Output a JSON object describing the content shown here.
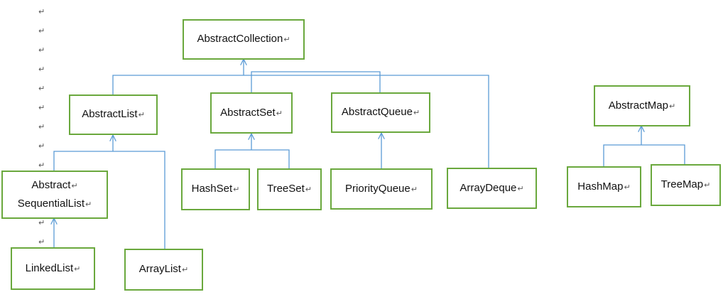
{
  "paragraph_mark": "↵",
  "line_color": "#5b9bd5",
  "box_border_color": "#6aa83d",
  "nodes": {
    "abstract_collection": "AbstractCollection",
    "abstract_list": "AbstractList",
    "abstract_set": "AbstractSet",
    "abstract_queue": "AbstractQueue",
    "abstract_sequential_list_line1": "Abstract",
    "abstract_sequential_list_line2": "SequentialList",
    "hash_set": "HashSet",
    "tree_set": "TreeSet",
    "priority_queue": "PriorityQueue",
    "array_deque": "ArrayDeque",
    "linked_list": "LinkedList",
    "array_list": "ArrayList",
    "abstract_map": "AbstractMap",
    "hash_map": "HashMap",
    "tree_map": "TreeMap"
  }
}
